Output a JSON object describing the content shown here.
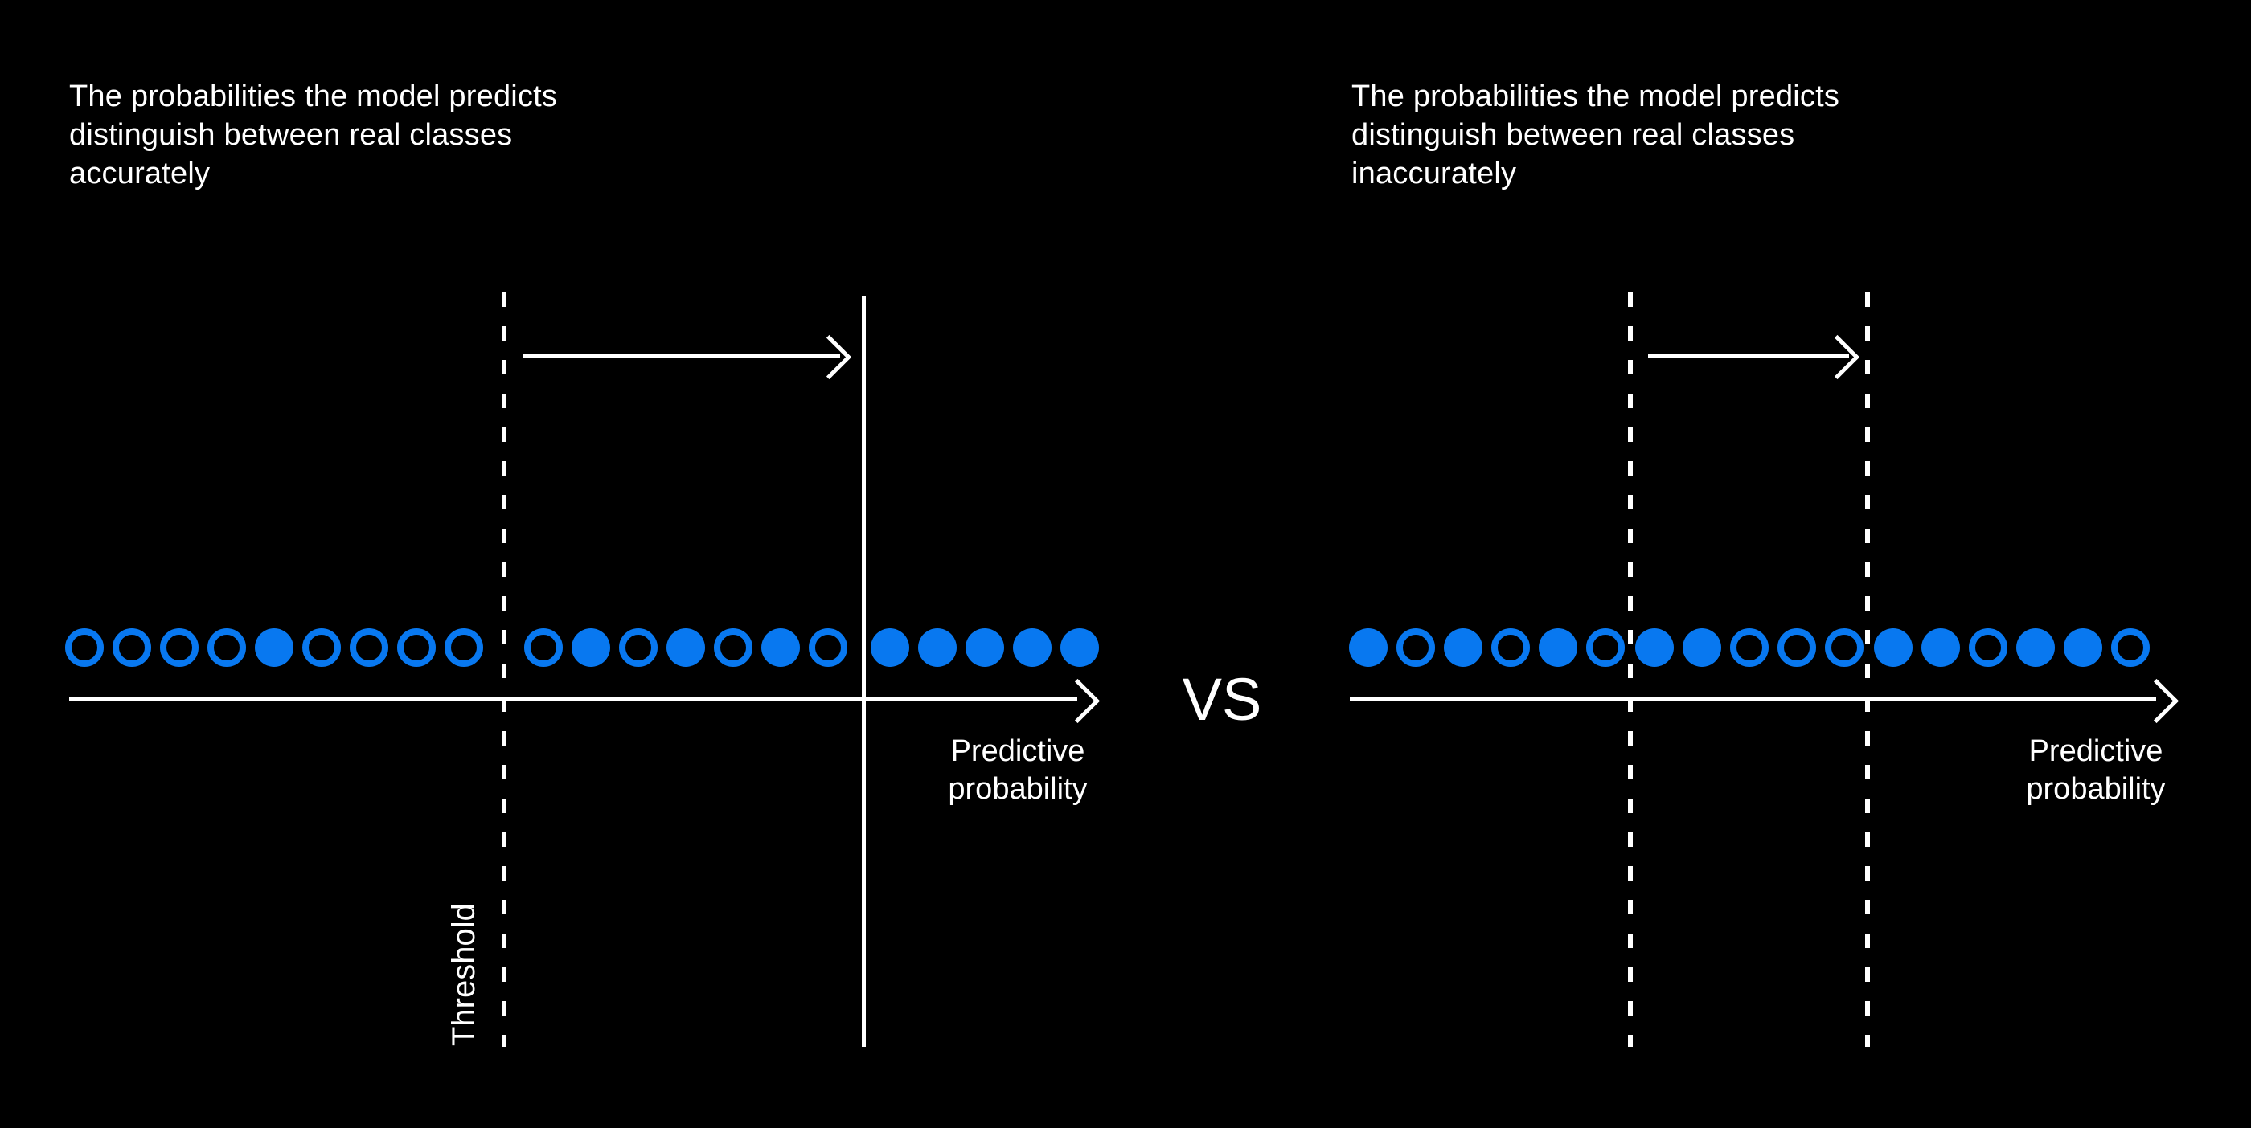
{
  "colors": {
    "background": "#000000",
    "foreground": "#ffffff",
    "dot_blue": "#0878f0"
  },
  "vs_label": "VS",
  "panels": [
    {
      "id": "accurate",
      "title": "The probabilities the model predicts\ndistinguish between real classes\naccurately",
      "axis_label": "Predictive\nprobability",
      "threshold_label": "Threshold",
      "divider_styles": [
        "dashed",
        "solid"
      ],
      "dot_groups": [
        {
          "pattern": [
            "hollow",
            "hollow",
            "hollow",
            "hollow",
            "filled",
            "hollow",
            "hollow",
            "hollow",
            "hollow"
          ]
        },
        {
          "pattern": [
            "hollow",
            "filled",
            "hollow",
            "filled",
            "hollow",
            "filled",
            "hollow"
          ]
        },
        {
          "pattern": [
            "filled",
            "filled",
            "filled",
            "filled",
            "filled"
          ]
        }
      ]
    },
    {
      "id": "inaccurate",
      "title": "The probabilities the model predicts\ndistinguish between real classes\ninaccurately",
      "axis_label": "Predictive\nprobability",
      "divider_styles": [
        "dashed",
        "dashed"
      ],
      "dot_groups": [
        {
          "pattern": [
            "filled",
            "hollow",
            "filled",
            "hollow",
            "filled",
            "hollow"
          ]
        },
        {
          "pattern": [
            "filled",
            "filled",
            "hollow",
            "hollow",
            "hollow"
          ]
        },
        {
          "pattern": [
            "filled",
            "filled",
            "hollow",
            "filled",
            "filled",
            "hollow"
          ]
        }
      ]
    }
  ]
}
